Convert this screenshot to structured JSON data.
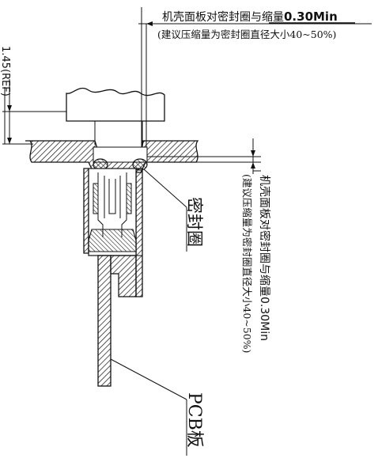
{
  "annotations": {
    "top_note": {
      "line1_cn": "机壳面板对密封圈与缩量",
      "line1_value": "0.30Min",
      "line2": "(建议压缩量为密封圈直径大小40~50%)"
    },
    "right_note": {
      "line1_cn": "机壳面板对密封圈与缩量",
      "line1_value": "0.30Min",
      "line2": "(建议压缩量为密封圈直径大小40~50%)"
    },
    "ref_dimension": "1.45(REF)",
    "seal_label": "密封圈",
    "pcb_label": "PCB板"
  },
  "colors": {
    "ink": "#111111",
    "paper": "#ffffff"
  }
}
